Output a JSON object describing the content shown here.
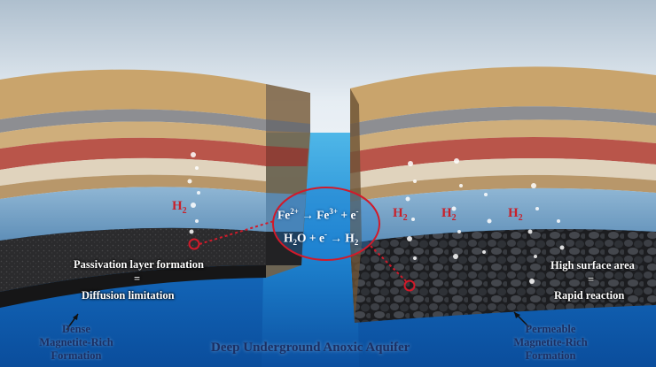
{
  "title": "Deep Underground Anoxic Aquifer",
  "equations": {
    "line1": {
      "a": "Fe",
      "a_sup": "2+",
      "arrow": "→",
      "b": "Fe",
      "b_sup": "3+",
      "plus": "+",
      "c": "e",
      "c_sup": "-"
    },
    "line2": {
      "a": "H",
      "a_sub": "2",
      "b": "O + e",
      "b_sup": "-",
      "arrow": "→",
      "c": "H",
      "c_sub": "2"
    }
  },
  "h2_label": {
    "main": "H",
    "sub": "2"
  },
  "left_formation": {
    "line1": "Passivation layer formation",
    "equals": "=",
    "line2": "Diffusion limitation",
    "name": [
      "Dense",
      "Magnetite-Rich",
      "Formation"
    ]
  },
  "right_formation": {
    "line1": "High surface area",
    "equals": "=",
    "line2": "Rapid reaction",
    "name": [
      "Permeable",
      "Magnetite-Rich",
      "Formation"
    ]
  },
  "colors": {
    "hydrogen_label": "#c8202a",
    "callout": "#d11a2a",
    "title_text": "#1b2f63",
    "water": "#1e78c8"
  }
}
